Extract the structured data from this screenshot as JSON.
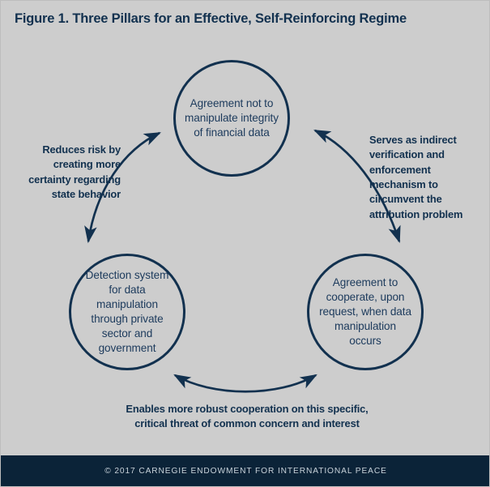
{
  "figure": {
    "title": "Figure 1. Three Pillars for an Effective, Self-Reinforcing Regime",
    "background_color": "#cdcdcd",
    "accent_color": "#12314f",
    "text_color": "#1c3a5c"
  },
  "nodes": [
    {
      "id": "agreement-integrity",
      "label": "Agreement not to manipulate integrity of financial data",
      "position": "top"
    },
    {
      "id": "detection-system",
      "label": "Detection system for data manipulation through private sector and government",
      "position": "bottom-left"
    },
    {
      "id": "agreement-cooperate",
      "label": "Agreement to cooperate, upon request, when data manipulation occurs",
      "position": "bottom-right"
    }
  ],
  "connectors": [
    {
      "id": "left-connector",
      "label": "Reduces risk by creating more certainty regarding state behavior",
      "between": "detection-system ↔ agreement-integrity",
      "arrowheads": "both"
    },
    {
      "id": "right-connector",
      "label": "Serves as indirect verification and enforcement mechanism to circumvent the attribution problem",
      "between": "agreement-integrity ↔ agreement-cooperate",
      "arrowheads": "both"
    },
    {
      "id": "bottom-connector",
      "label": "Enables more robust cooperation on this specific, critical threat of common concern and interest",
      "between": "detection-system ↔ agreement-cooperate",
      "arrowheads": "both"
    }
  ],
  "footer": {
    "copyright": "© 2017 CARNEGIE ENDOWMENT FOR INTERNATIONAL PEACE",
    "background_color": "#0b2338"
  }
}
